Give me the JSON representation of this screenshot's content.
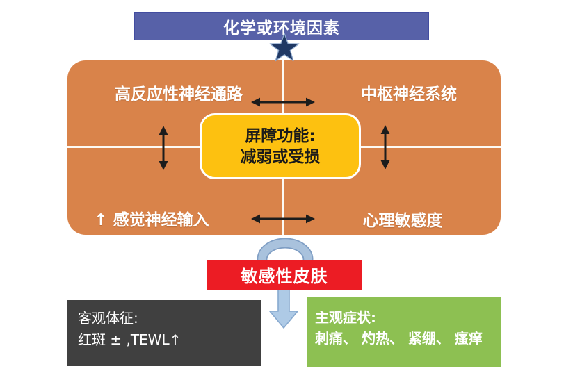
{
  "colors": {
    "banner_bg": "#5761a8",
    "star_fill": "#1f3864",
    "star_stroke": "#8ea9cd",
    "matrix_bg": "#d9834a",
    "divider_white": "#fdfaf4",
    "center_box_bg": "#fdc110",
    "outcome_bg": "#ec1c24",
    "objective_bg": "#404040",
    "subjective_bg": "#8dc052",
    "flow_blue_fill": "#a9c2dd",
    "flow_blue_stroke": "#7f9ec4",
    "arrow_black": "#1c1c1c"
  },
  "banner": {
    "label": "化学或环境因素"
  },
  "matrix": {
    "quadrant_top_left": "高反应性神经通路",
    "quadrant_top_right": "中枢神经系统",
    "quadrant_bottom_left": "↑ 感觉神经输入",
    "quadrant_bottom_right": "心理敏感度",
    "center_box": {
      "line1": "屏障功能:",
      "line2": "减弱或受损"
    }
  },
  "outcome": {
    "label": "敏感性皮肤"
  },
  "objective_signs": {
    "line1": "客观体征:",
    "line2": "红斑 ± ,TEWL↑"
  },
  "subjective_symptoms": {
    "line1": "主观症状:",
    "line2": "刺痛、 灼热、 紧绷、 瘙痒"
  }
}
